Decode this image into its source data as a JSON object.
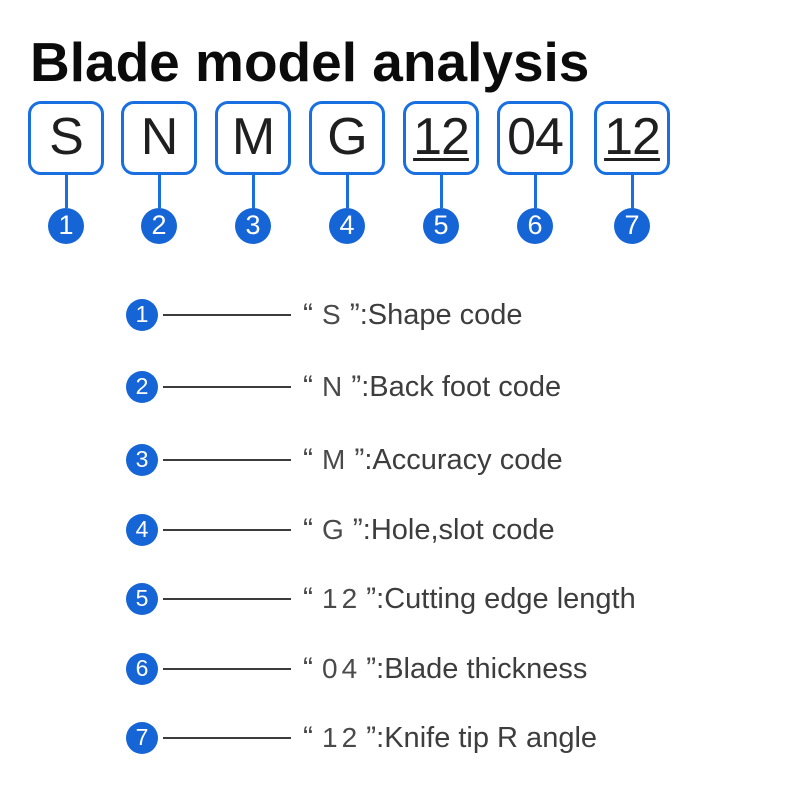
{
  "title": "Blade model analysis",
  "punct": {
    "open_quote": "“",
    "close_quote": "”",
    "colon": ":"
  },
  "colors": {
    "accent-blue": "#1a6fe0",
    "circle-blue": "#1565d6",
    "line-gray": "#3c3c3c",
    "text-gray": "#3d3d3d"
  },
  "model_boxes": [
    {
      "char": "S",
      "num": "1"
    },
    {
      "char": "N",
      "num": "2"
    },
    {
      "char": "M",
      "num": "3"
    },
    {
      "char": "G",
      "num": "4"
    },
    {
      "char": "12",
      "num": "5"
    },
    {
      "char": "04",
      "num": "6"
    },
    {
      "char": "12",
      "num": "7"
    }
  ],
  "legend": [
    {
      "num": "1",
      "code": "S",
      "desc": "Shape code"
    },
    {
      "num": "2",
      "code": "N",
      "desc": "Back foot code"
    },
    {
      "num": "3",
      "code": "M",
      "desc": "Accuracy code"
    },
    {
      "num": "4",
      "code": "G",
      "desc": "Hole,slot code"
    },
    {
      "num": "5",
      "code": "12",
      "desc": "Cutting edge length"
    },
    {
      "num": "6",
      "code": "04",
      "desc": "Blade thickness"
    },
    {
      "num": "7",
      "code": "12",
      "desc": "Knife tip R angle"
    }
  ]
}
